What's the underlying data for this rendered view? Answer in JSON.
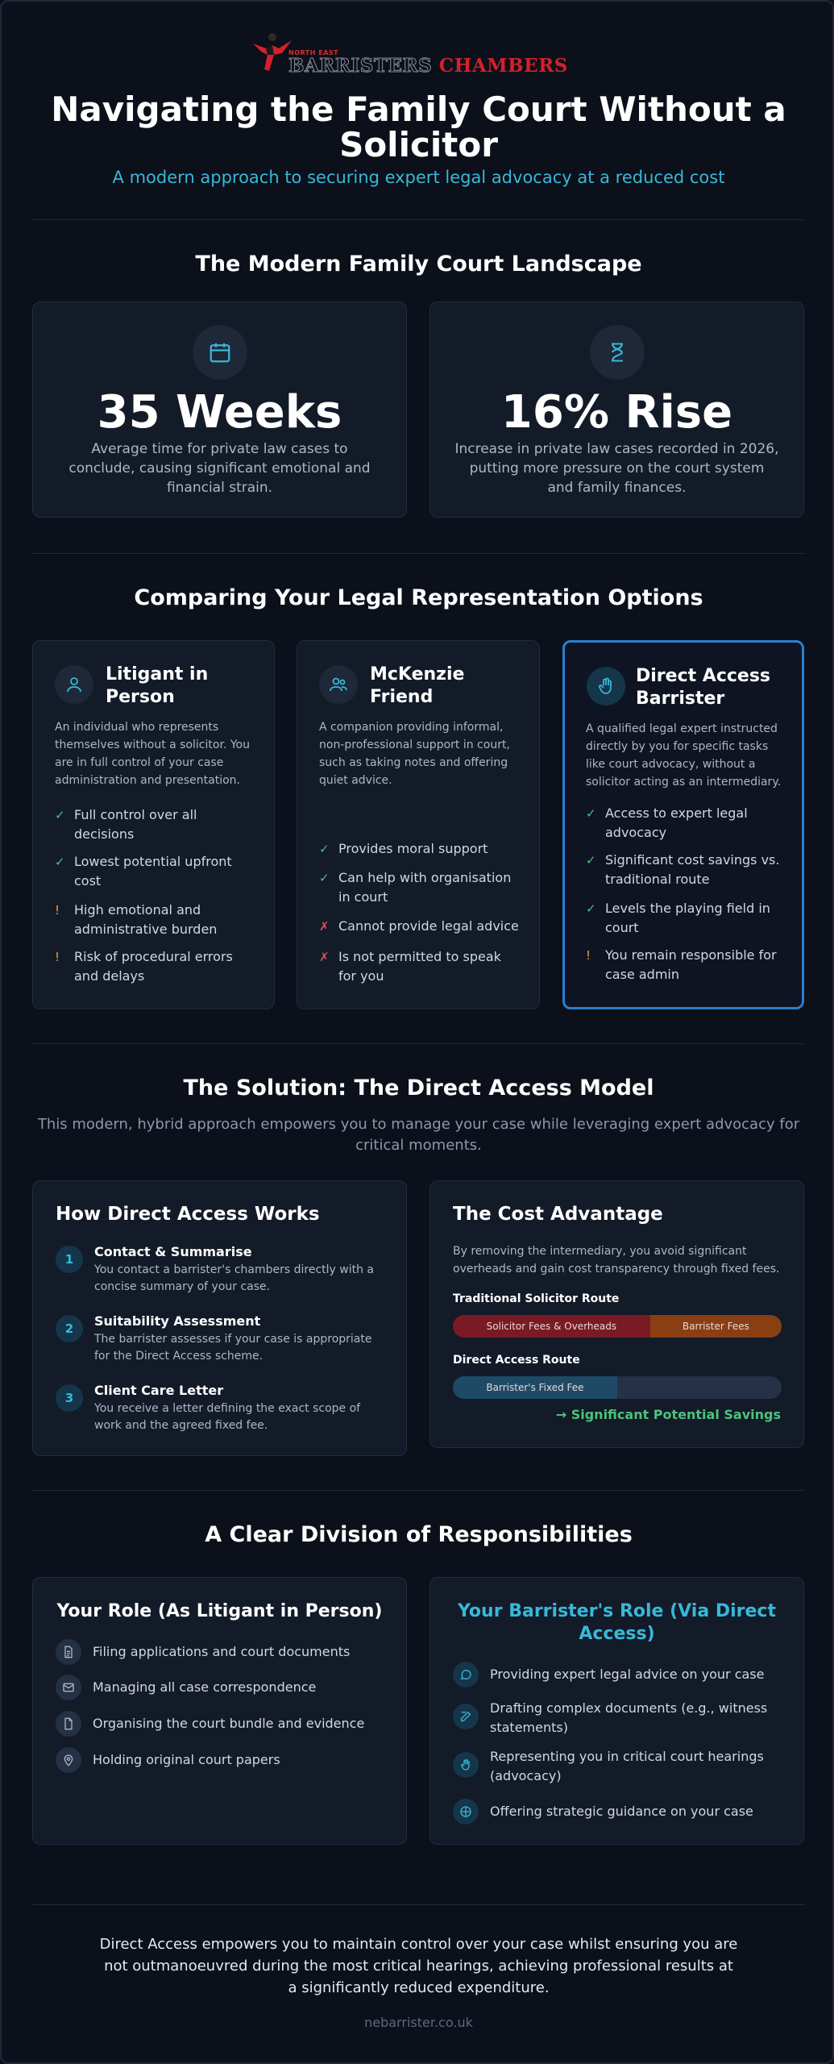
{
  "logo": {
    "small": "NORTH EAST",
    "part1": "BARRISTERS",
    "part2": "CHAMBERS"
  },
  "header": {
    "title": "Navigating the Family Court Without a Solicitor",
    "subtitle": "A modern approach to securing expert legal advocacy at a reduced cost"
  },
  "landscape": {
    "title": "The Modern Family Court Landscape",
    "stats": [
      {
        "icon": "calendar-icon",
        "value": "35 Weeks",
        "desc": "Average time for private law cases to conclude, causing significant emotional and financial strain."
      },
      {
        "icon": "hourglass-icon",
        "value": "16% Rise",
        "desc": "Increase in private law cases recorded in 2026, putting more pressure on the court system and family finances."
      }
    ]
  },
  "options": {
    "title": "Comparing Your Legal Representation Options",
    "cards": [
      {
        "title": "Litigant in Person",
        "icon": "person-icon",
        "desc": "An individual who represents themselves without a solicitor. You are in full control of your case administration and presentation.",
        "items": [
          {
            "mark": "✓",
            "type": "ok",
            "text": "Full control over all decisions"
          },
          {
            "mark": "✓",
            "type": "ok",
            "text": "Lowest potential upfront cost"
          },
          {
            "mark": "!",
            "type": "warn",
            "text": "High emotional and administrative burden"
          },
          {
            "mark": "!",
            "type": "warn",
            "text": "Risk of procedural errors and delays"
          }
        ]
      },
      {
        "title": "McKenzie Friend",
        "icon": "people-icon",
        "desc": "A companion providing informal, non-professional support in court, such as taking notes and offering quiet advice.",
        "items": [
          {
            "mark": "✓",
            "type": "ok",
            "text": "Provides moral support"
          },
          {
            "mark": "✓",
            "type": "ok",
            "text": "Can help with organisation in court"
          },
          {
            "mark": "✗",
            "type": "no",
            "text": "Cannot provide legal advice"
          },
          {
            "mark": "✗",
            "type": "no",
            "text": "Is not permitted to speak for you"
          }
        ]
      },
      {
        "title": "Direct Access Barrister",
        "icon": "gavel-icon",
        "desc": "A qualified legal expert instructed directly by you for specific tasks like court advocacy, without a solicitor acting as an intermediary.",
        "items": [
          {
            "mark": "✓",
            "type": "ok",
            "text": "Access to expert legal advocacy"
          },
          {
            "mark": "✓",
            "type": "ok",
            "text": "Significant cost savings vs. traditional route"
          },
          {
            "mark": "✓",
            "type": "ok",
            "text": "Levels the playing field in court"
          },
          {
            "mark": "!",
            "type": "warn",
            "text": "You remain responsible for case admin"
          }
        ]
      }
    ]
  },
  "solution": {
    "title": "The Solution: The Direct Access Model",
    "intro": "This modern, hybrid approach empowers you to manage your case while leveraging expert advocacy for critical moments.",
    "how": {
      "title": "How Direct Access Works",
      "steps": [
        {
          "num": "1",
          "title": "Contact & Summarise",
          "desc": "You contact a barrister's chambers directly with a concise summary of your case."
        },
        {
          "num": "2",
          "title": "Suitability Assessment",
          "desc": "The barrister assesses if your case is appropriate for the Direct Access scheme."
        },
        {
          "num": "3",
          "title": "Client Care Letter",
          "desc": "You receive a letter defining the exact scope of work and the agreed fixed fee."
        }
      ]
    },
    "cost": {
      "title": "The Cost Advantage",
      "desc": "By removing the intermediary, you avoid significant overheads and gain cost transparency through fixed fees.",
      "traditional": {
        "label": "Traditional Solicitor Route",
        "seg1": "Solicitor Fees & Overheads",
        "seg1_share": 0.6,
        "seg2": "Barrister Fees",
        "seg2_share": 0.4
      },
      "direct": {
        "label": "Direct Access Route",
        "seg1": "Barrister's Fixed Fee",
        "seg1_share": 0.5
      },
      "savings": "→ Significant Potential Savings",
      "colors": {
        "solicitor": "#7a1a24",
        "barrister": "#8a3e14",
        "fixed": "#1e4a66"
      }
    }
  },
  "responsibilities": {
    "title": "A Clear Division of Responsibilities",
    "yours": {
      "title": "Your Role (As Litigant in Person)",
      "items": [
        {
          "icon": "document-icon",
          "text": "Filing applications and court documents"
        },
        {
          "icon": "envelope-icon",
          "text": "Managing all case correspondence"
        },
        {
          "icon": "file-icon",
          "text": "Organising the court bundle and evidence"
        },
        {
          "icon": "location-pin-icon",
          "text": "Holding original court papers"
        }
      ]
    },
    "barrister": {
      "title": "Your Barrister's Role (Via Direct Access)",
      "items": [
        {
          "icon": "chat-bubble-icon",
          "text": "Providing expert legal advice on your case"
        },
        {
          "icon": "edit-icon",
          "text": "Drafting complex documents (e.g., witness statements)"
        },
        {
          "icon": "gavel-icon",
          "text": "Representing you in critical court hearings (advocacy)"
        },
        {
          "icon": "compass-icon",
          "text": "Offering strategic guidance on your case"
        }
      ]
    }
  },
  "closing": "Direct Access empowers you to maintain control over your case whilst ensuring you are not outmanoeuvred during the most critical hearings, achieving professional results at a significantly reduced expenditure.",
  "footer": "nebarrister.co.uk",
  "accent": "#38b8d8",
  "highlight_border": "#2a7fd0"
}
